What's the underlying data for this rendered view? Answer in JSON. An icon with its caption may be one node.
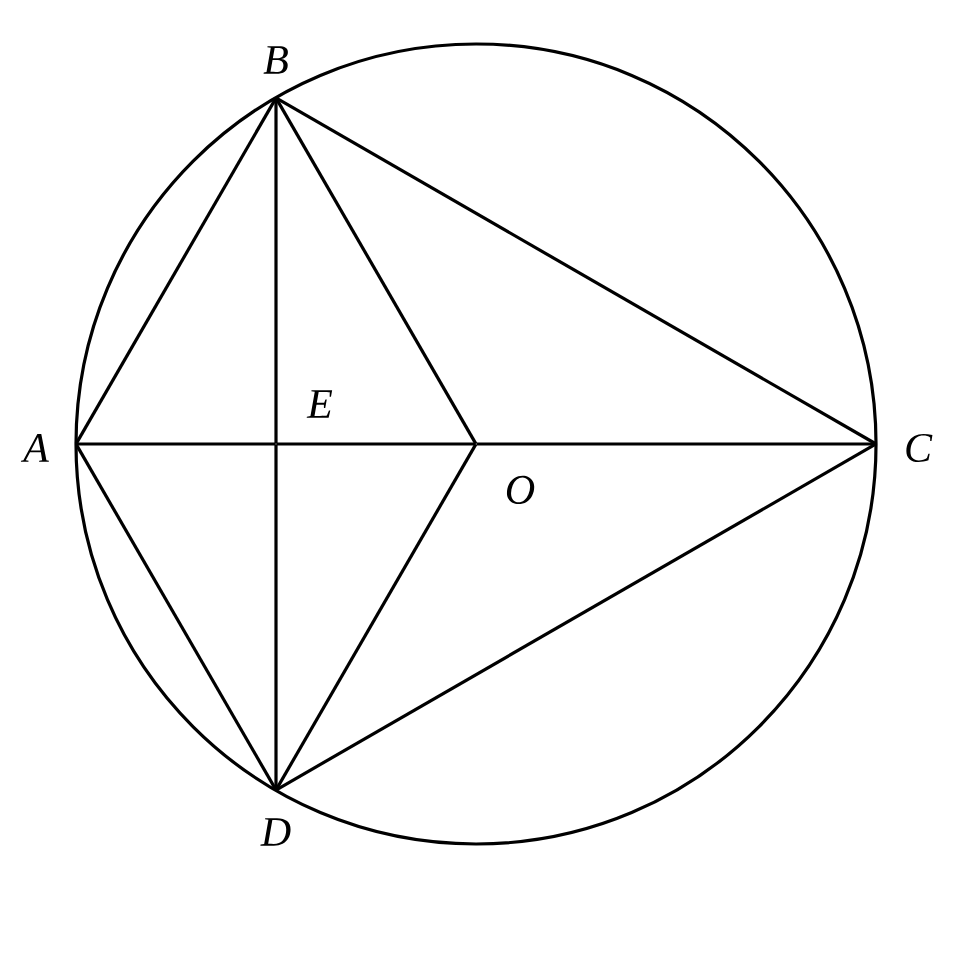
{
  "diagram": {
    "nodes": [
      {
        "text": [
          "A"
        ]
      },
      {
        "text": [
          "B"
        ]
      },
      {
        "text": [
          "C"
        ]
      },
      {
        "text": [
          "D"
        ]
      },
      {
        "text": [
          "E"
        ]
      },
      {
        "text": [
          "O"
        ]
      }
    ],
    "edges": [
      {
        "from": 0,
        "to": 1,
        "arrow": "none"
      },
      {
        "from": 1,
        "to": 2,
        "arrow": "none"
      },
      {
        "from": 2,
        "to": 3,
        "arrow": "none"
      },
      {
        "from": 3,
        "to": 0,
        "arrow": "none"
      },
      {
        "from": 1,
        "to": 5,
        "arrow": "none"
      },
      {
        "from": 5,
        "to": 3,
        "arrow": "none"
      },
      {
        "from": 1,
        "to": 4,
        "arrow": "none"
      },
      {
        "from": 4,
        "to": 3,
        "arrow": "none"
      },
      {
        "from": 0,
        "to": 4,
        "arrow": "none"
      },
      {
        "from": 4,
        "to": 5,
        "arrow": "none"
      },
      {
        "from": 5,
        "to": 2,
        "arrow": "none"
      }
    ]
  }
}
